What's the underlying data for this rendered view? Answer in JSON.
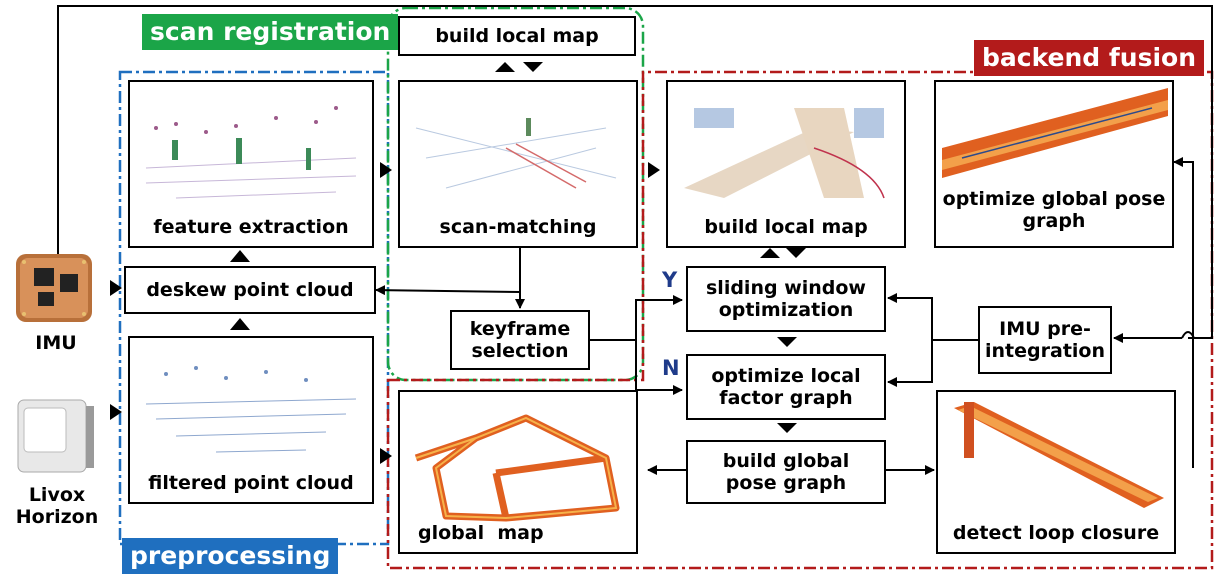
{
  "regions": {
    "scan_registration": "scan registration",
    "backend_fusion": "backend fusion",
    "preprocessing": "preprocessing"
  },
  "sensors": {
    "imu": "IMU",
    "lidar_line1": "Livox",
    "lidar_line2": "Horizon"
  },
  "boxes": {
    "build_local_map_top": "build local map",
    "deskew": "deskew point cloud",
    "keyframe": "keyframe selection",
    "sliding_window": "sliding window optimization",
    "optimize_local": "optimize local factor graph",
    "build_global_graph": "build global pose graph",
    "imu_preint": "IMU pre-integration"
  },
  "panels": {
    "feature_extraction": "feature extraction",
    "scan_matching": "scan-matching",
    "build_local_map": "build local map",
    "optimize_global": "optimize global pose graph",
    "filtered_cloud": "filtered point cloud",
    "global_map": "global  map",
    "detect_loop": "detect loop closure"
  },
  "decisions": {
    "yes": "Y",
    "no": "N"
  },
  "colors": {
    "green": "#1ba548",
    "red": "#b31b1b",
    "blue": "#1f6fbf",
    "navy": "#1f3b8a"
  }
}
